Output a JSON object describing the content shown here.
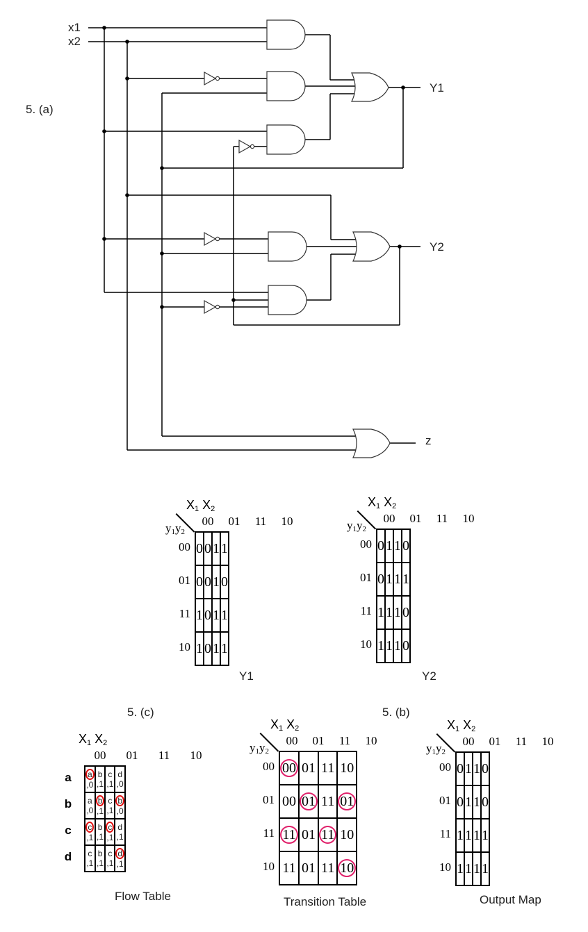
{
  "part_a": {
    "label": "5. (a)",
    "inputs": [
      "x1",
      "x2"
    ],
    "outputs": [
      "Y1",
      "Y2",
      "z"
    ],
    "gates": [
      {
        "id": "and1",
        "type": "AND",
        "inputs": [
          "x1",
          "x2"
        ],
        "feeds": "or_y1"
      },
      {
        "id": "and2",
        "type": "AND",
        "inputs": [
          "x2'",
          "y2"
        ],
        "feeds": "or_y1"
      },
      {
        "id": "and3",
        "type": "AND",
        "inputs": [
          "x1",
          "y1'"
        ],
        "feeds": "or_y1"
      },
      {
        "id": "or_y1",
        "type": "OR",
        "inputs": [
          "and1",
          "and2",
          "and3"
        ],
        "output": "Y1"
      },
      {
        "id": "and4",
        "type": "AND",
        "inputs": [
          "x1'",
          "y2"
        ],
        "feeds": "or_y2"
      },
      {
        "id": "and5",
        "type": "AND",
        "inputs": [
          "x1",
          "y1",
          "y2'"
        ],
        "feeds": "or_y2"
      },
      {
        "id": "or_y2",
        "type": "OR",
        "inputs": [
          "x2",
          "and4",
          "and5"
        ],
        "output": "Y2"
      },
      {
        "id": "or_z",
        "type": "OR",
        "inputs": [
          "y2",
          "x2"
        ],
        "output": "z"
      }
    ]
  },
  "kmap_common": {
    "x_label": "X",
    "x_sub1": "1",
    "x_sub2": "2",
    "y_label": "y",
    "y_sub1": "1",
    "y_sub2": "2",
    "col_headers": [
      "00",
      "01",
      "11",
      "10"
    ],
    "row_headers": [
      "00",
      "01",
      "11",
      "10"
    ]
  },
  "kmap_y1": {
    "caption": "Y1",
    "cells": [
      [
        "0",
        "0",
        "1",
        "1"
      ],
      [
        "0",
        "0",
        "1",
        "0"
      ],
      [
        "1",
        "0",
        "1",
        "1"
      ],
      [
        "1",
        "0",
        "1",
        "1"
      ]
    ]
  },
  "kmap_y2": {
    "caption": "Y2",
    "cells": [
      [
        "0",
        "1",
        "1",
        "0"
      ],
      [
        "0",
        "1",
        "1",
        "1"
      ],
      [
        "1",
        "1",
        "1",
        "0"
      ],
      [
        "1",
        "1",
        "1",
        "0"
      ]
    ]
  },
  "part_c": {
    "label": "5. (c)",
    "caption": "Flow Table",
    "row_labels": [
      "a",
      "b",
      "c",
      "d"
    ],
    "cells": [
      [
        {
          "state": "a",
          "out": "0",
          "stable": true
        },
        {
          "state": "b",
          "out": "1",
          "stable": false
        },
        {
          "state": "c",
          "out": "1",
          "stable": false
        },
        {
          "state": "d",
          "out": "0",
          "stable": false
        }
      ],
      [
        {
          "state": "a",
          "out": "0",
          "stable": false
        },
        {
          "state": "b",
          "out": "1",
          "stable": true
        },
        {
          "state": "c",
          "out": "1",
          "stable": false
        },
        {
          "state": "b",
          "out": "0",
          "stable": true
        }
      ],
      [
        {
          "state": "c",
          "out": "1",
          "stable": true
        },
        {
          "state": "b",
          "out": "1",
          "stable": false
        },
        {
          "state": "c",
          "out": "1",
          "stable": true
        },
        {
          "state": "d",
          "out": "1",
          "stable": false
        }
      ],
      [
        {
          "state": "c",
          "out": "1",
          "stable": false
        },
        {
          "state": "b",
          "out": "1",
          "stable": false
        },
        {
          "state": "c",
          "out": "1",
          "stable": false
        },
        {
          "state": "d",
          "out": "1",
          "stable": true
        }
      ]
    ]
  },
  "part_b": {
    "label": "5. (b)",
    "caption": "Transition Table",
    "cells": [
      [
        {
          "v": "00",
          "stable": true
        },
        {
          "v": "01",
          "stable": false
        },
        {
          "v": "11",
          "stable": false
        },
        {
          "v": "10",
          "stable": false
        }
      ],
      [
        {
          "v": "00",
          "stable": false
        },
        {
          "v": "01",
          "stable": true
        },
        {
          "v": "11",
          "stable": false
        },
        {
          "v": "01",
          "stable": true
        }
      ],
      [
        {
          "v": "11",
          "stable": true
        },
        {
          "v": "01",
          "stable": false
        },
        {
          "v": "11",
          "stable": true
        },
        {
          "v": "10",
          "stable": false
        }
      ],
      [
        {
          "v": "11",
          "stable": false
        },
        {
          "v": "01",
          "stable": false
        },
        {
          "v": "11",
          "stable": false
        },
        {
          "v": "10",
          "stable": true
        }
      ]
    ]
  },
  "output_map": {
    "caption": "Output Map",
    "cells": [
      [
        "0",
        "1",
        "1",
        "0"
      ],
      [
        "0",
        "1",
        "1",
        "0"
      ],
      [
        "1",
        "1",
        "1",
        "1"
      ],
      [
        "1",
        "1",
        "1",
        "1"
      ]
    ]
  },
  "colors": {
    "stable_circle_transition": "#e0206a",
    "stable_circle_flow": "#e01010"
  }
}
